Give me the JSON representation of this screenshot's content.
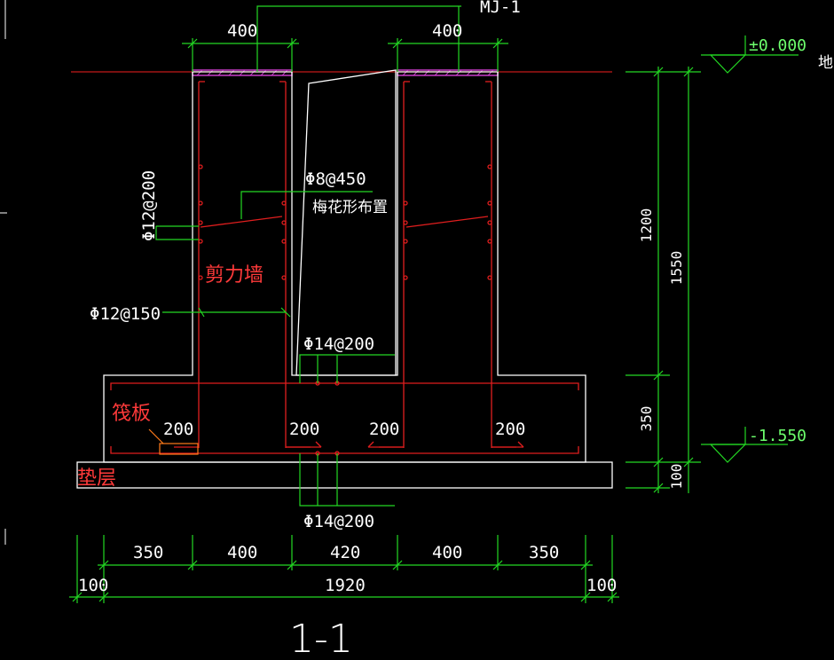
{
  "section_title": "1-1",
  "tag_top": "MJ-1",
  "labels": {
    "shear_wall": "剪力墙",
    "raft": "筏板",
    "cushion": "垫层"
  },
  "rebar": {
    "wall_horizontal": "Φ12@200",
    "wall_vertical": "Φ12@150",
    "tie_spec": "Φ8@450",
    "tie_layout": "梅花形布置",
    "raft_top": "Φ14@200",
    "raft_bottom": "Φ14@200"
  },
  "elevations": {
    "top": "±0.000",
    "bottom": "-1.550",
    "edge_text": "地"
  },
  "dims": {
    "top_left_wall": "400",
    "top_right_wall": "400",
    "anchor_1": "200",
    "anchor_2": "200",
    "anchor_3": "200",
    "anchor_4": "200",
    "vert_wall": "1200",
    "vert_total": "1550",
    "vert_raft": "350",
    "vert_cushion": "100",
    "row1": [
      "350",
      "400",
      "420",
      "400",
      "350"
    ],
    "row2_left": "100",
    "row2_total": "1920",
    "row2_right": "100"
  },
  "colors": {
    "dimension": "#23d823",
    "outline": "#ffffff",
    "rebar": "#e01e1e",
    "ground_line": "#c21b1b",
    "hatch": "#c83cc8"
  }
}
